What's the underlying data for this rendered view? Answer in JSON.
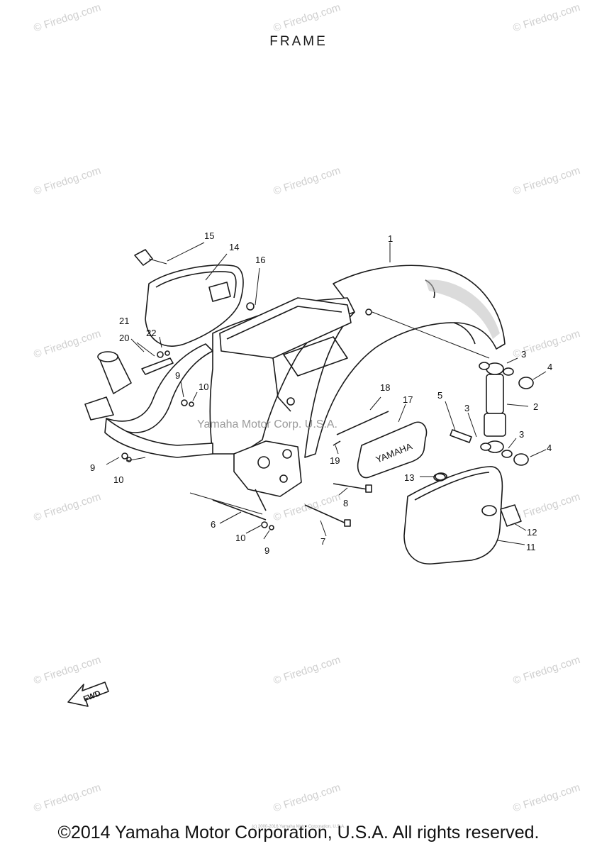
{
  "title": "FRAME",
  "watermark_text": "© Firedog.com",
  "center_watermark": "Yamaha Motor Corp. U.S.A.",
  "footer": "©2014 Yamaha Motor Corporation, U.S.A. All rights reserved.",
  "footer_small": "(c) 2000-2016 Yamaha Motor Corporation, U.S.A.",
  "fwd_label": "FWD",
  "callouts": [
    "1",
    "2",
    "3",
    "3",
    "3",
    "4",
    "4",
    "5",
    "6",
    "7",
    "8",
    "9",
    "9",
    "10",
    "10",
    "10",
    "11",
    "12",
    "13",
    "14",
    "15",
    "16",
    "17",
    "18",
    "19",
    "20",
    "21",
    "22"
  ],
  "bag_text": "YAMAHA"
}
